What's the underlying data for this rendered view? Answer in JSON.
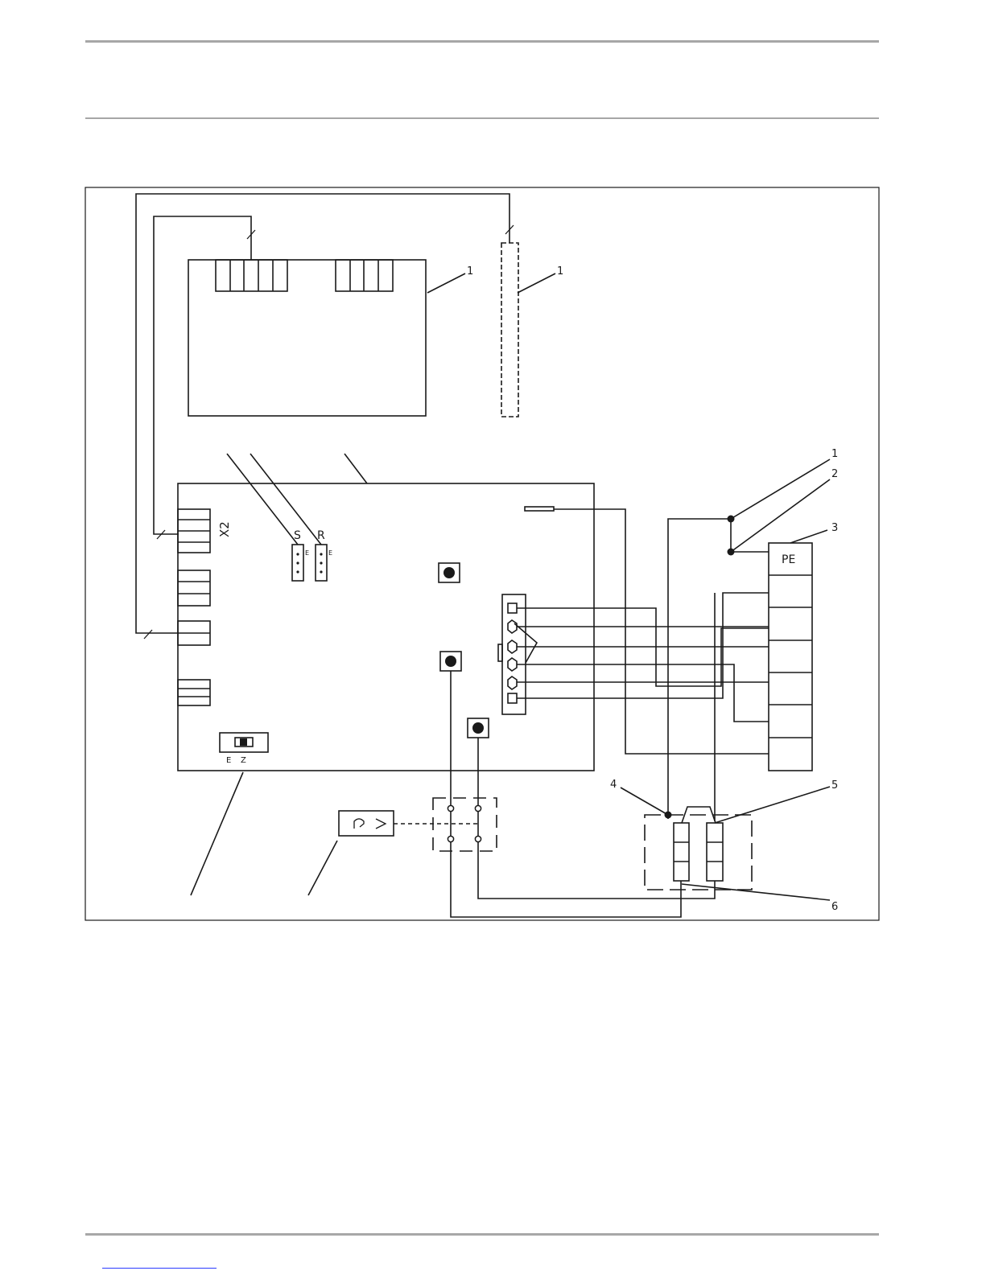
{
  "diagram": {
    "callouts": {
      "c1_display": "1",
      "c1_optional": "1",
      "c1_right": "1",
      "c2_right": "2",
      "c3_right": "3",
      "c4": "4",
      "c5": "5",
      "c6": "6"
    },
    "labels": {
      "connector_x2": "X2",
      "jumper_s": "S",
      "jumper_r": "R",
      "jumper_s_e": "E",
      "jumper_r_e": "E",
      "switch_e": "E",
      "switch_z": "Z",
      "terminal_pe": "PE"
    }
  }
}
